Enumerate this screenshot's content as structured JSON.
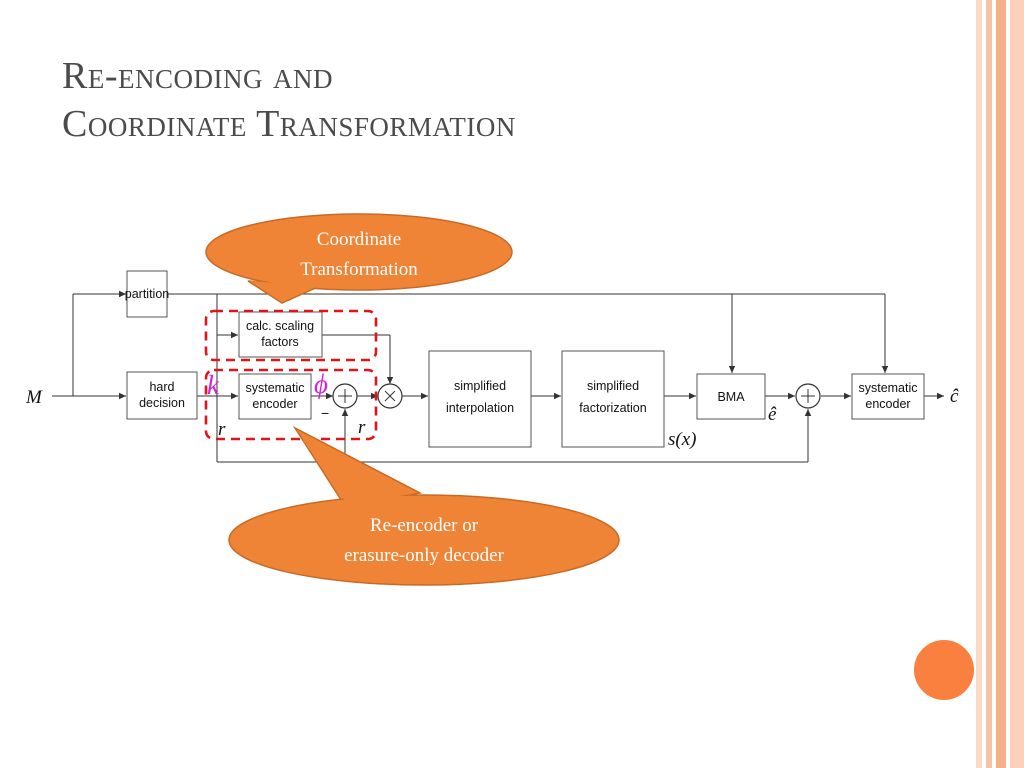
{
  "slide": {
    "title_line1": "Re-encoding and",
    "title_line2": "Coordinate Transformation"
  },
  "diagram": {
    "blocks": {
      "partition": "partition",
      "hard_decision_1": "hard",
      "hard_decision_2": "decision",
      "calc_scaling_1": "calc. scaling",
      "calc_scaling_2": "factors",
      "sys_encoder_1": "systematic",
      "sys_encoder_2": "encoder",
      "simp_interp_1": "simplified",
      "simp_interp_2": "interpolation",
      "simp_fact_1": "simplified",
      "simp_fact_2": "factorization",
      "bma": "BMA",
      "sys_encoder_out_1": "systematic",
      "sys_encoder_out_2": "encoder"
    },
    "symbols": {
      "M": "M",
      "k": "k",
      "phi": "ϕ",
      "r_left": "r",
      "r_right": "r",
      "minus": "−",
      "s_of_x": "s(x)",
      "e_hat": "ê",
      "c_hat": "ĉ"
    },
    "callouts": {
      "top_line1": "Coordinate",
      "top_line2": "Transformation",
      "bottom_line1": "Re-encoder or",
      "bottom_line2": "erasure-only decoder"
    }
  },
  "colors": {
    "accent_orange": "#f08436",
    "dashed_red": "#e0141b",
    "highlight_magenta": "#d61fd6",
    "title_gray": "#4b4b4b"
  }
}
